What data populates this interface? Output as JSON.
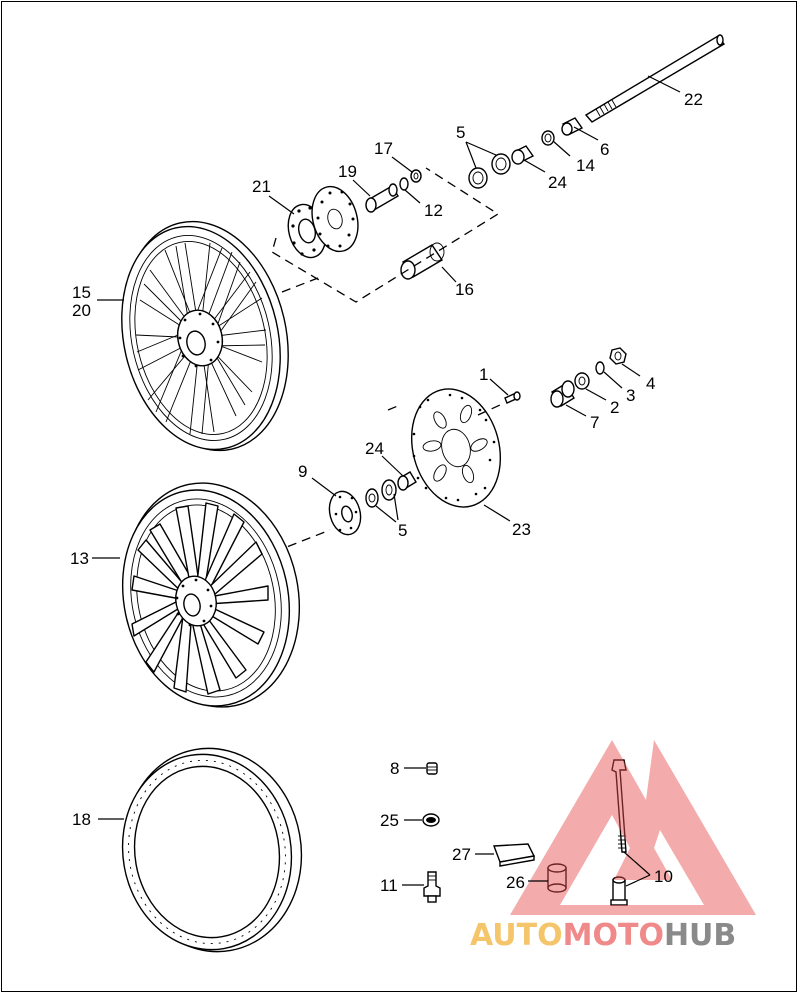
{
  "labels": {
    "l1": "1",
    "l2": "2",
    "l3": "3",
    "l4": "4",
    "l5a": "5",
    "l5b": "5",
    "l6": "6",
    "l7": "7",
    "l8": "8",
    "l9": "9",
    "l10": "10",
    "l11": "11",
    "l12": "12",
    "l13": "13",
    "l14": "14",
    "l15": "15",
    "l16": "16",
    "l17": "17",
    "l18": "18",
    "l19": "19",
    "l20": "20",
    "l21": "21",
    "l22": "22",
    "l23": "23",
    "l24a": "24",
    "l24b": "24",
    "l25": "25",
    "l26": "26",
    "l27": "27"
  },
  "watermark": {
    "part_auto": "AUTO",
    "part_moto": "MOTO",
    "part_hub": "HUB",
    "color_auto": "#f5c56b",
    "color_moto": "#f08a8a",
    "color_hub": "#8a8a8a",
    "triangle_color": "#e84a4a"
  }
}
